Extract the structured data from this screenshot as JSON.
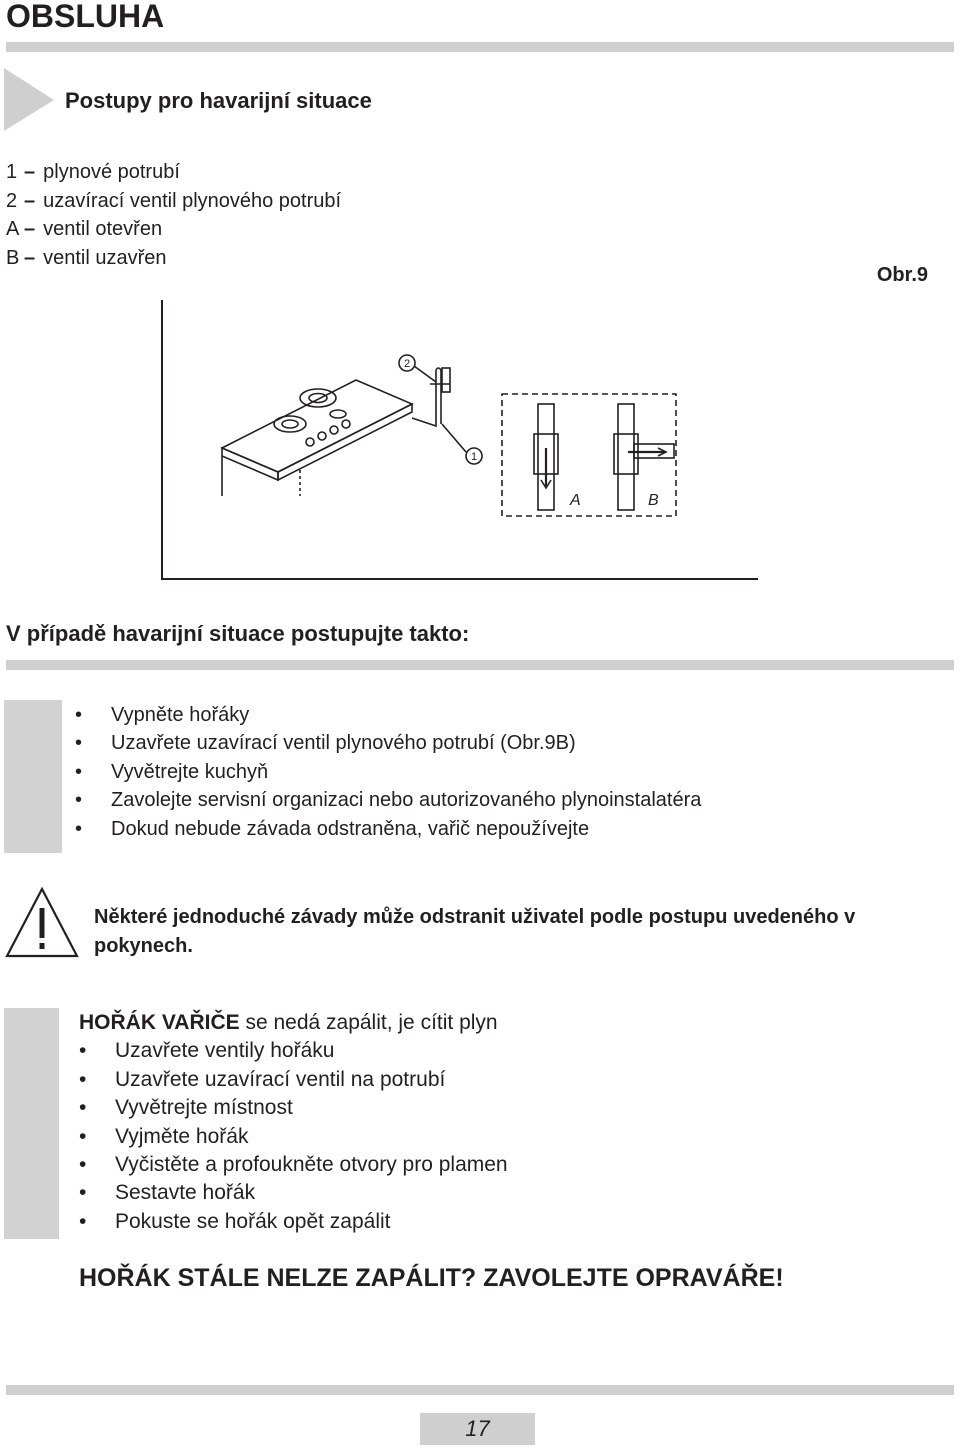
{
  "header": {
    "section_title": "OBSLUHA"
  },
  "subsection": {
    "title": "Postupy pro havarijní situace"
  },
  "legend": [
    {
      "key": "1",
      "text": "plynové potrubí"
    },
    {
      "key": "2",
      "text": "uzavírací ventil plynového potrubí"
    },
    {
      "key": "A",
      "text": "ventil otevřen"
    },
    {
      "key": "B",
      "text": "ventil uzavřen"
    }
  ],
  "figure": {
    "label": "Obr.9",
    "callouts": {
      "one": "1",
      "two": "2",
      "a": "A",
      "b": "B"
    }
  },
  "emergency": {
    "lead": "V případě havarijní situace postupujte takto:",
    "steps": [
      "Vypněte hořáky",
      "Uzavřete uzavírací ventil plynového potrubí  (Obr.9B)",
      "Vyvětrejte kuchyň",
      "Zavolejte servisní organizaci nebo autorizovaného plynoinstalatéra",
      "Dokud nebude závada odstraněna, vařič nepoužívejte"
    ]
  },
  "warning": {
    "icon": "exclamation-triangle",
    "text": "Některé jednoduché závady může odstranit uživatel podle postupu uvedeného v pokynech."
  },
  "burner": {
    "title_bold": "HOŘÁK VAŘIČE",
    "title_rest": " se nedá zapálit, je cítit plyn",
    "steps": [
      "Uzavřete ventily hořáku",
      "Uzavřete uzavírací ventil na potrubí",
      "Vyvětrejte místnost",
      "Vyjměte hořák",
      "Vyčistěte a profoukněte otvory pro plamen",
      "Sestavte hořák",
      "Pokuste se hořák opět zapálit"
    ],
    "final": "HOŘÁK STÁLE NELZE ZAPÁLIT? ZAVOLEJTE OPRAVÁŘE!"
  },
  "footer": {
    "page_number": "17"
  },
  "colors": {
    "bar": "#cfcfcf",
    "block": "#d2d2d3",
    "text": "#231f20"
  }
}
